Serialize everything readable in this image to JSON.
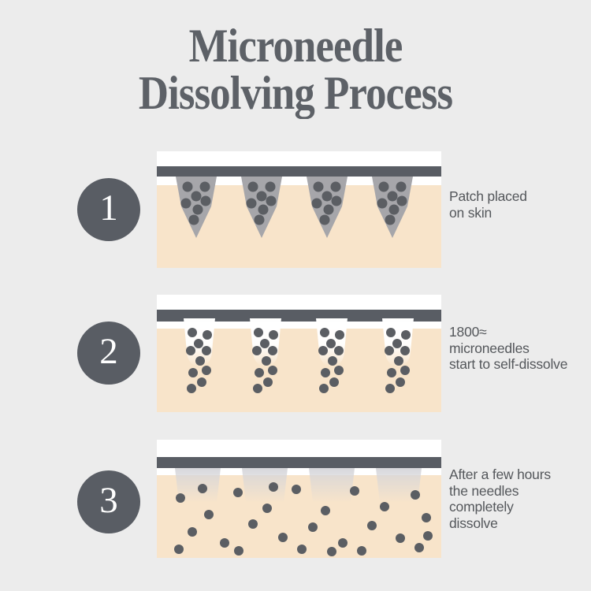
{
  "title": "Microneedle\nDissolving Process",
  "steps": [
    {
      "number": "1",
      "caption": "Patch placed\non skin"
    },
    {
      "number": "2",
      "caption": "1800≈\nmicroneedles\nstart to self-dissolve"
    },
    {
      "number": "3",
      "caption": "After a few hours\nthe needles\ncompletely\ndissolve"
    }
  ],
  "colors": {
    "bg": "#ececec",
    "panel": "#ffffff",
    "ink": "#5d6167",
    "badge": "#595d64",
    "bar": "#595d64",
    "skin": "#f8e4ca",
    "needle": "#a6a6aa",
    "dot": "#5b5e63",
    "caption": "#54575b",
    "numeral": "#ffffff",
    "stub": "#d5d5d9"
  }
}
